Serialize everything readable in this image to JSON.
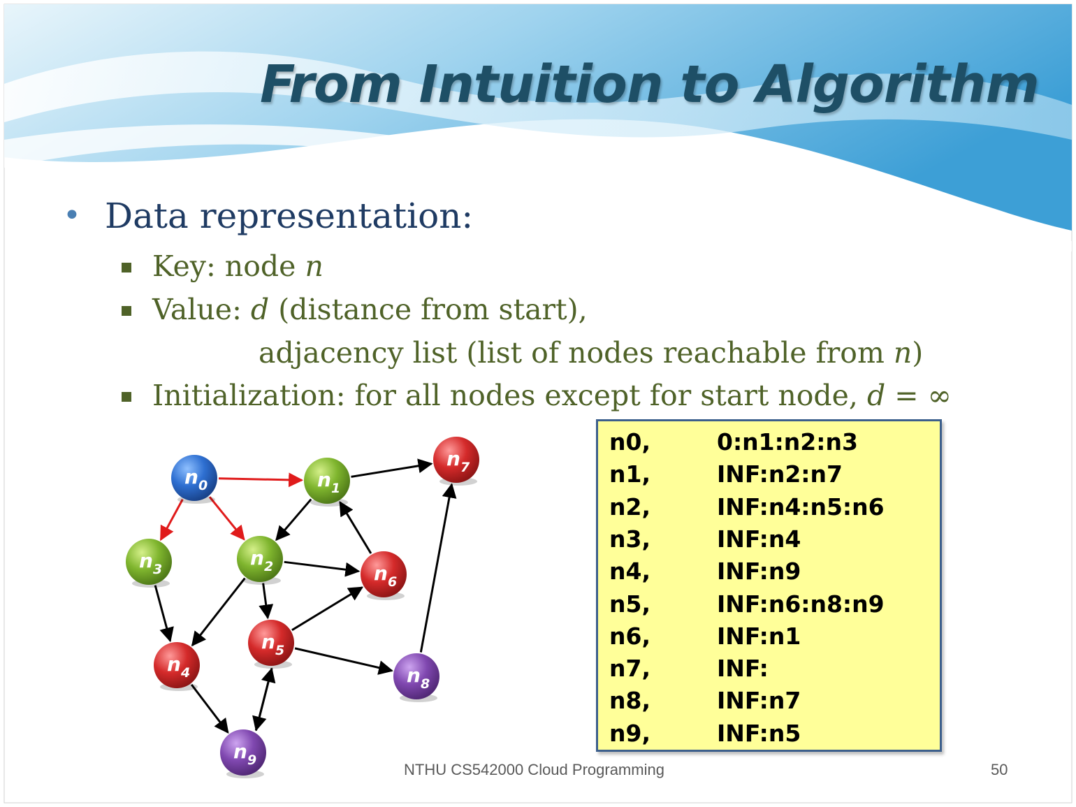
{
  "slide": {
    "title": "From Intuition to Algorithm",
    "footer": "NTHU CS542000 Cloud Programming",
    "page_number": "50"
  },
  "bullets": {
    "main": "Data representation:",
    "key_prefix": "Key: node ",
    "key_var": "n",
    "value_prefix": "Value: ",
    "value_var": "d",
    "value_suffix": " (distance from start),",
    "value_line2_prefix": "adjacency list (list of nodes reachable from ",
    "value_line2_var": "n",
    "value_line2_suffix": ")",
    "init_prefix": "Initialization: for all nodes except for start node, ",
    "init_var": "d",
    "init_suffix": " = ∞"
  },
  "adjacency": [
    {
      "key": "n0,",
      "value": "0:n1:n2:n3"
    },
    {
      "key": "n1,",
      "value": "INF:n2:n7"
    },
    {
      "key": "n2,",
      "value": "INF:n4:n5:n6"
    },
    {
      "key": "n3,",
      "value": "INF:n4"
    },
    {
      "key": "n4,",
      "value": "INF:n9"
    },
    {
      "key": "n5,",
      "value": "INF:n6:n8:n9"
    },
    {
      "key": "n6,",
      "value": "INF:n1"
    },
    {
      "key": "n7,",
      "value": "INF:"
    },
    {
      "key": "n8,",
      "value": "INF:n7"
    },
    {
      "key": "n9,",
      "value": "INF:n5"
    }
  ],
  "graph": {
    "colors": {
      "blue": "#2e6fd1",
      "green": "#7fb52e",
      "red": "#d42a2a",
      "purple": "#8048b0",
      "edge_red": "#e01b1b",
      "edge_black": "#000000"
    },
    "nodes": [
      {
        "id": "n0",
        "label": "n",
        "sub": "0",
        "color": "blue"
      },
      {
        "id": "n1",
        "label": "n",
        "sub": "1",
        "color": "green"
      },
      {
        "id": "n2",
        "label": "n",
        "sub": "2",
        "color": "green"
      },
      {
        "id": "n3",
        "label": "n",
        "sub": "3",
        "color": "green"
      },
      {
        "id": "n4",
        "label": "n",
        "sub": "4",
        "color": "red"
      },
      {
        "id": "n5",
        "label": "n",
        "sub": "5",
        "color": "red"
      },
      {
        "id": "n6",
        "label": "n",
        "sub": "6",
        "color": "red"
      },
      {
        "id": "n7",
        "label": "n",
        "sub": "7",
        "color": "red"
      },
      {
        "id": "n8",
        "label": "n",
        "sub": "8",
        "color": "purple"
      },
      {
        "id": "n9",
        "label": "n",
        "sub": "9",
        "color": "purple"
      }
    ],
    "edges": [
      {
        "from": "n0",
        "to": "n1",
        "color": "edge_red"
      },
      {
        "from": "n0",
        "to": "n2",
        "color": "edge_red"
      },
      {
        "from": "n0",
        "to": "n3",
        "color": "edge_red"
      },
      {
        "from": "n1",
        "to": "n2",
        "color": "edge_black"
      },
      {
        "from": "n1",
        "to": "n7",
        "color": "edge_black"
      },
      {
        "from": "n2",
        "to": "n4",
        "color": "edge_black"
      },
      {
        "from": "n2",
        "to": "n5",
        "color": "edge_black"
      },
      {
        "from": "n2",
        "to": "n6",
        "color": "edge_black"
      },
      {
        "from": "n3",
        "to": "n4",
        "color": "edge_black"
      },
      {
        "from": "n4",
        "to": "n9",
        "color": "edge_black"
      },
      {
        "from": "n5",
        "to": "n6",
        "color": "edge_black"
      },
      {
        "from": "n5",
        "to": "n8",
        "color": "edge_black"
      },
      {
        "from": "n5",
        "to": "n9",
        "color": "edge_black"
      },
      {
        "from": "n6",
        "to": "n1",
        "color": "edge_black"
      },
      {
        "from": "n8",
        "to": "n7",
        "color": "edge_black"
      },
      {
        "from": "n9",
        "to": "n5",
        "color": "edge_black"
      }
    ]
  }
}
